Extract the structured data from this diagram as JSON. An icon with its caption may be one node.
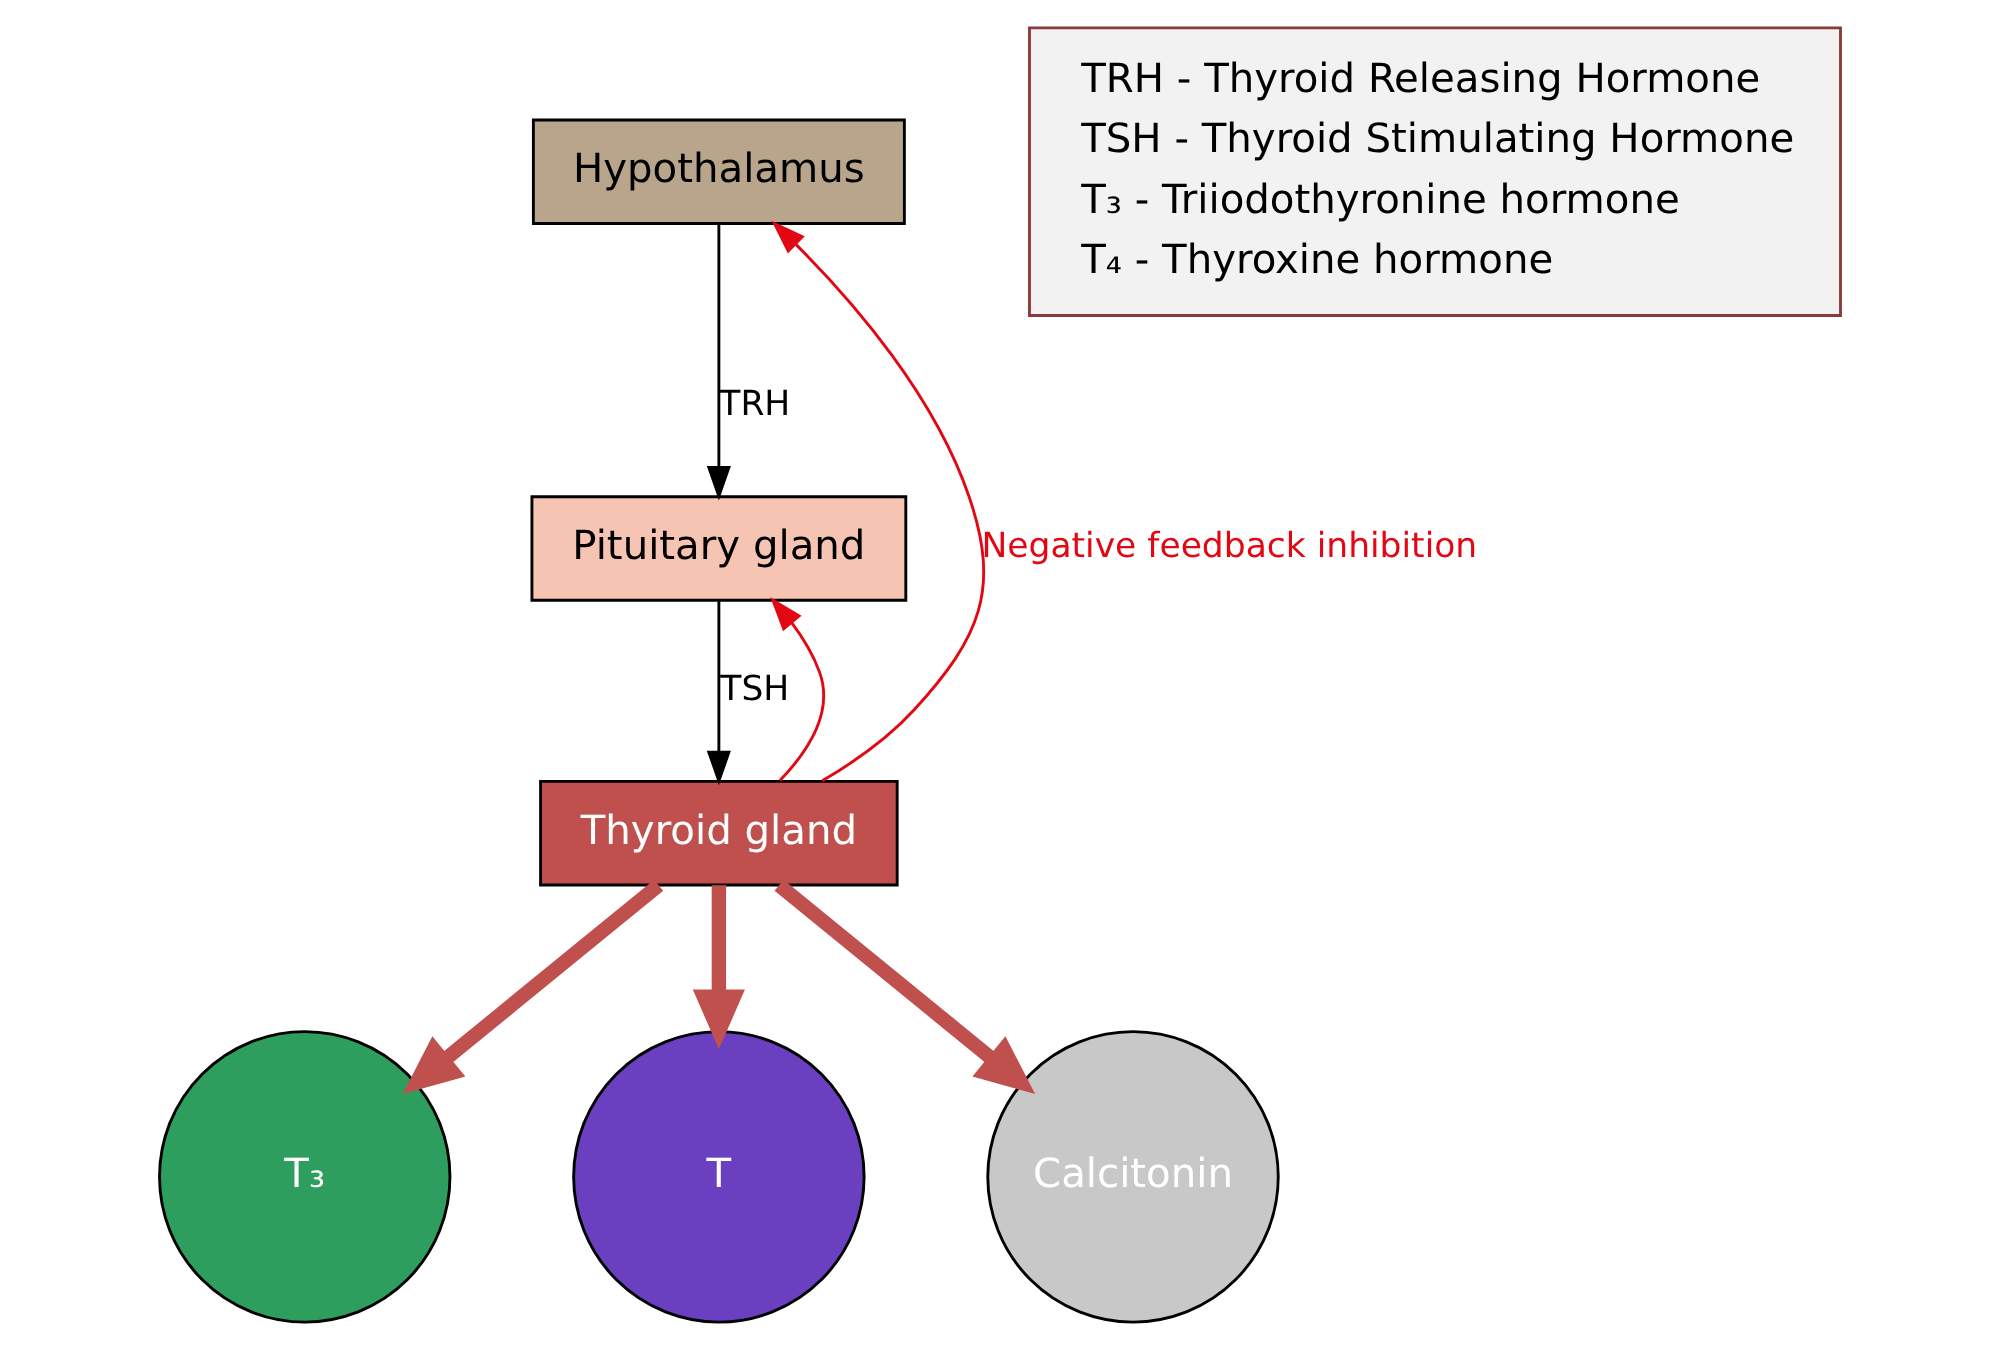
{
  "diagram": {
    "nodes": [
      {
        "text": [
          "Hypothalamus"
        ]
      },
      {
        "text": [
          "Pituitary gland"
        ]
      },
      {
        "text": [
          "Thyroid gland"
        ]
      },
      {
        "text": [
          "T₃"
        ]
      },
      {
        "text": [
          "T"
        ]
      },
      {
        "text": [
          "Calcitonin"
        ]
      }
    ],
    "edges": [
      {
        "from": 0,
        "to": 1,
        "arrow": "to",
        "label": "TRH",
        "color": "#000000"
      },
      {
        "from": 1,
        "to": 2,
        "arrow": "to",
        "label": "TSH",
        "color": "#000000"
      },
      {
        "from": 2,
        "to": 0,
        "arrow": "to",
        "label": "Negative feedback inhibition",
        "color": "#e30613"
      },
      {
        "from": 2,
        "to": 1,
        "arrow": "to",
        "color": "#e30613"
      },
      {
        "from": 2,
        "to": 3,
        "arrow": "to",
        "style": "thick",
        "color": "#c0504d"
      },
      {
        "from": 2,
        "to": 4,
        "arrow": "to",
        "style": "thick",
        "color": "#c0504d"
      },
      {
        "from": 2,
        "to": 5,
        "arrow": "to",
        "style": "thick",
        "color": "#c0504d"
      }
    ],
    "labels": [
      "TRH - Thyroid Releasing Hormone",
      "TSH - Thyroid Stimulating Hormone",
      "T₃ - Triiodothyronine hormone",
      "T₄ - Thyroxine hormone"
    ]
  }
}
